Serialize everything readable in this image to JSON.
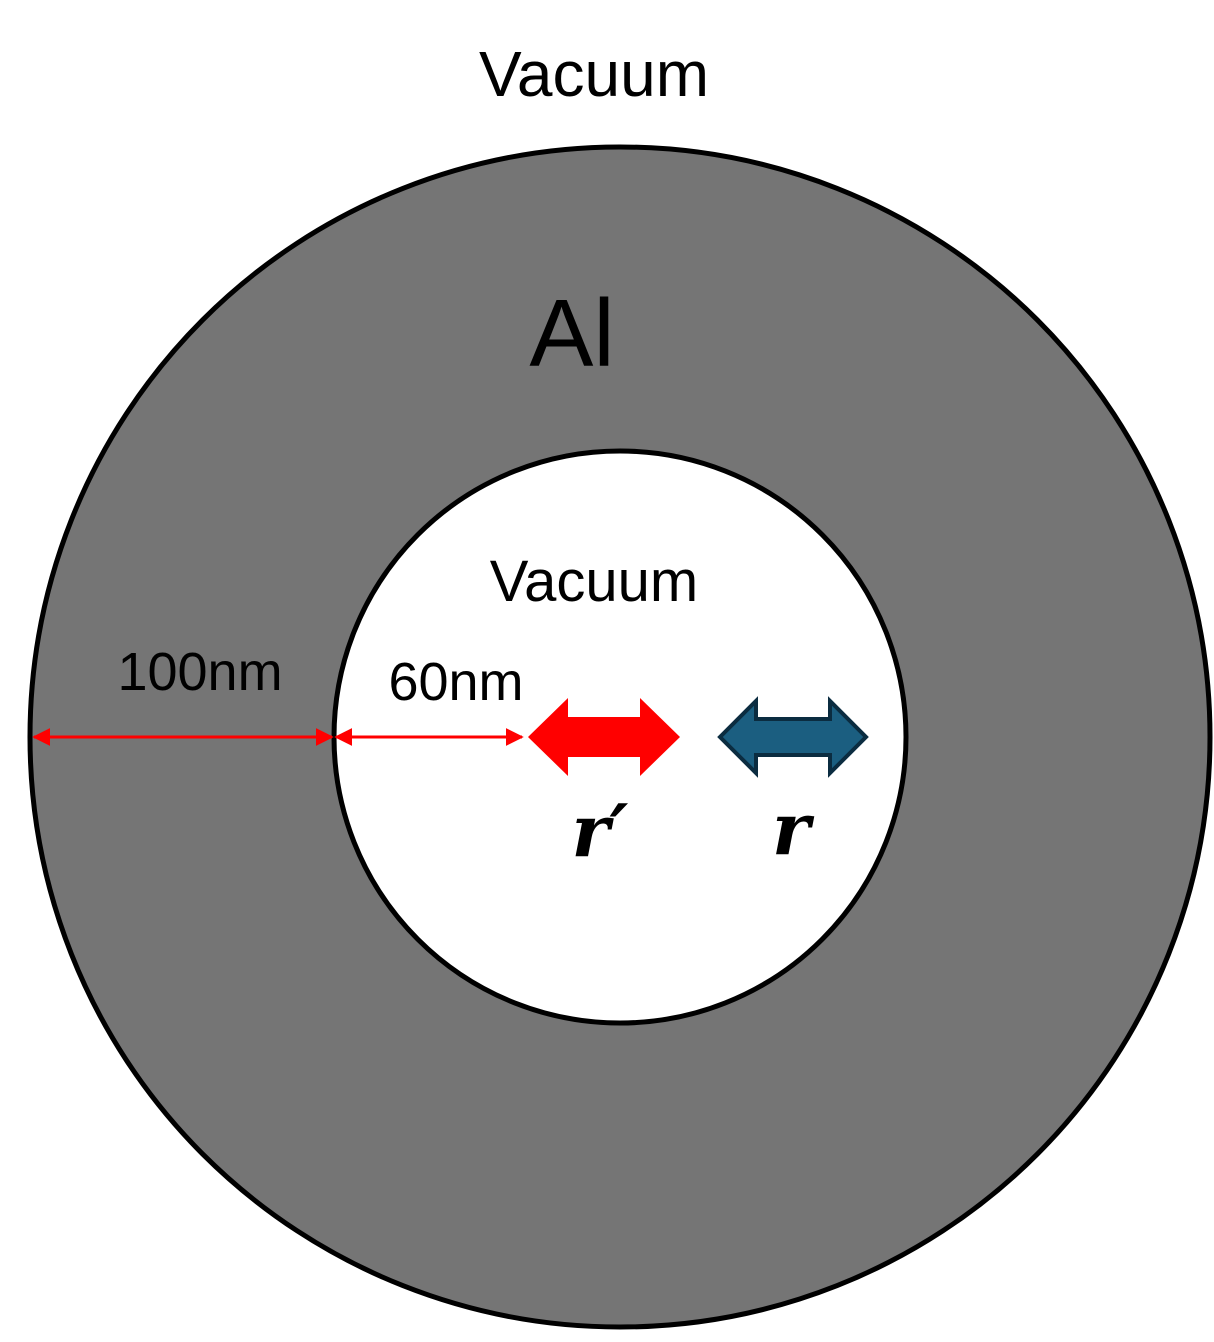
{
  "labels": {
    "outer_region": "Vacuum",
    "material": "Al",
    "inner_region": "Vacuum",
    "shell_thickness": "100nm",
    "inner_offset": "60nm",
    "source_point": "r′",
    "field_point": "r"
  },
  "colors": {
    "background": "#ffffff",
    "shell_fill": "#757575",
    "shell_outline": "#000000",
    "inner_fill": "#ffffff",
    "dimension_arrow": "#ff0000",
    "source_arrow": "#ff0000",
    "field_arrow_fill": "#1b5e80",
    "field_arrow_outline": "#0b2c40"
  },
  "icons": {
    "source_point": "double-arrow-icon",
    "field_point": "double-arrow-icon"
  }
}
